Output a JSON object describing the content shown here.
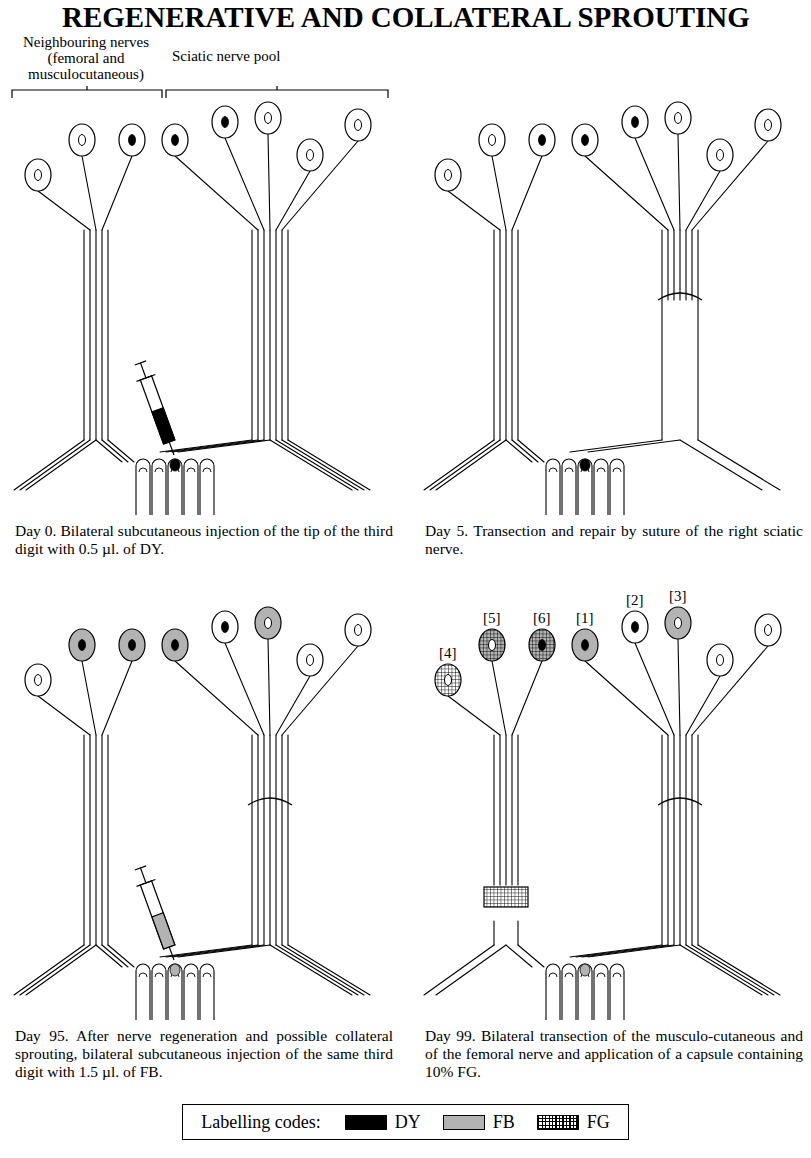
{
  "diagram": {
    "title": "REGENERATIVE AND COLLATERAL SPROUTING",
    "labels": [
      "Neighbouring nerves (femoral and musculocutaneous)",
      "Sciatic nerve pool",
      "Day 0. Bilateral subcutaneous injection of the tip of the third digit with 0.5 µl. of DY.",
      "Day 5. Transection and repair by suture of the right sciatic nerve.",
      "Day 95. After nerve regeneration and possible collateral sprouting, bilateral subcutaneous injection of the same third digit with 1.5 µl. of FB.",
      "Day 99. Bilateral transection of the musculo-cutaneous and of the femoral nerve and application of a capsule containing 10% FG.",
      "[4]",
      "[5]",
      "[6]",
      "[1]",
      "[2]",
      "[3]",
      "Labelling codes:"
    ],
    "legend": [
      {
        "text": "DY",
        "color": "#000000"
      },
      {
        "text": "FB",
        "color": "#b3b3b3"
      },
      {
        "text": "FG"
      }
    ]
  }
}
